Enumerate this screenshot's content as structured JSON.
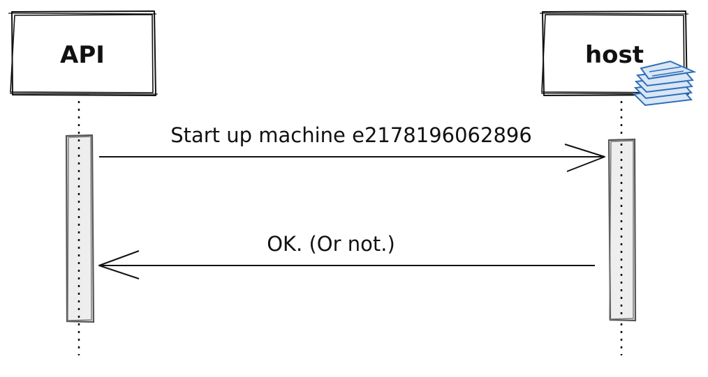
{
  "diagram": {
    "type": "sequence",
    "participants": [
      {
        "id": "api",
        "label": "API"
      },
      {
        "id": "host",
        "label": "host",
        "icon": "stacked-documents-icon"
      }
    ],
    "messages": [
      {
        "from": "api",
        "to": "host",
        "label": "Start up machine e2178196062896"
      },
      {
        "from": "host",
        "to": "api",
        "label": "OK. (Or not.)"
      }
    ]
  },
  "colors": {
    "line": "#111111",
    "activation_fill": "#eeeeee",
    "activation_stroke": "#555555",
    "icon_blue": "#2f6db6"
  }
}
